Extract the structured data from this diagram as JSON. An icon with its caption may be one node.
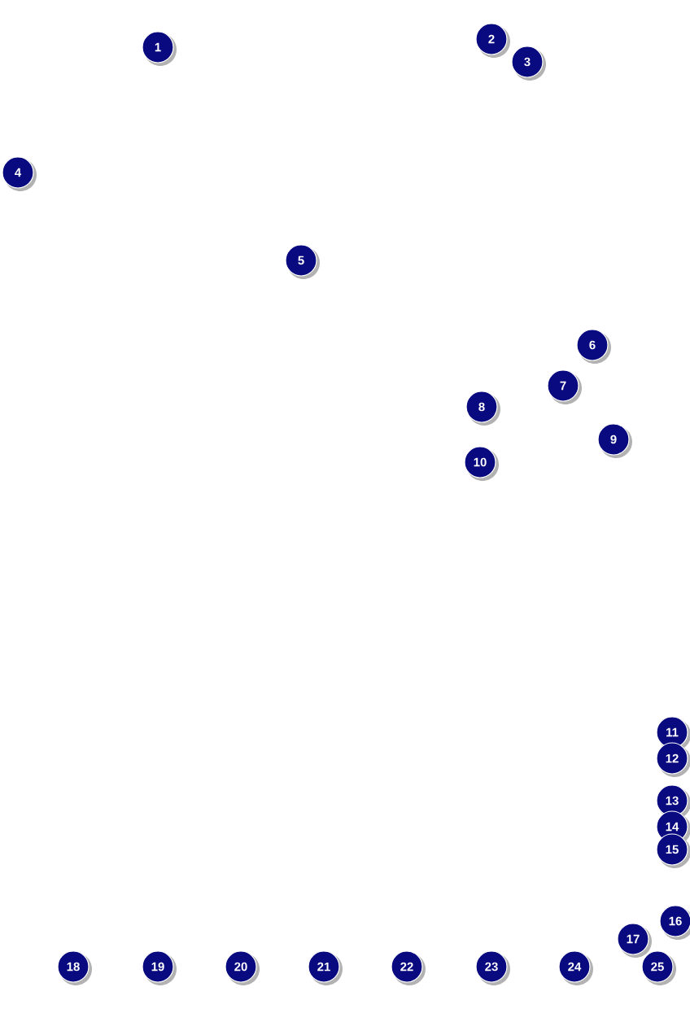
{
  "diagram": {
    "labels": [
      "1",
      "2",
      "3",
      "4",
      "5",
      "6",
      "7",
      "8",
      "9",
      "10",
      "11",
      "12",
      "13",
      "14",
      "15",
      "16",
      "17",
      "18",
      "19",
      "20",
      "21",
      "22",
      "23",
      "24",
      "25"
    ]
  }
}
